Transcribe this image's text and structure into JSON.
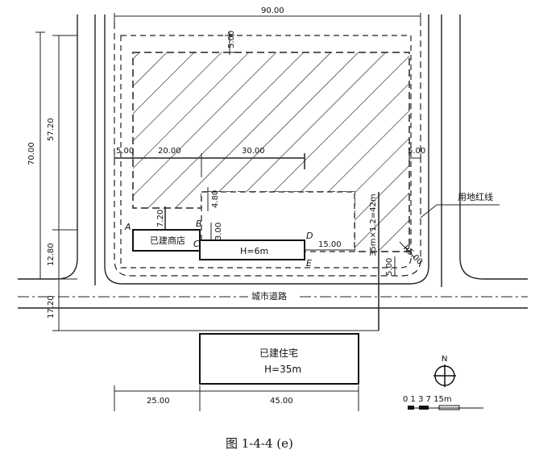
{
  "caption": "图 1-4-4 (e)",
  "dimensions": {
    "top_width": "90.00",
    "top_setback": "5.00",
    "left_total": "70.00",
    "left_upper": "57.20",
    "left_lower": "12.80",
    "road_width": "17.20",
    "left_setback": "5.00",
    "shop_width": "20.00",
    "mid_width": "30.00",
    "right_setback": "5.00",
    "notch_depth": "4.80",
    "shop_gap": "7.20",
    "bc_offset": "3.00",
    "d_gap": "15.00",
    "slope_height": "35m×1.2=42m",
    "corner_setback": "5.00",
    "corner_radius": "R5.00",
    "bottom_left": "25.00",
    "bottom_right": "45.00"
  },
  "labels": {
    "red_line": "用地红线",
    "city_road": "城市道路",
    "shop": "已建商店",
    "mid_building_height": "H=6m",
    "residence": "已建住宅",
    "residence_height": "H=35m",
    "north": "N",
    "scale": "0 1 3    7        15m",
    "point_a": "A",
    "point_b": "B",
    "point_c": "C",
    "point_d": "D",
    "point_e": "E"
  }
}
